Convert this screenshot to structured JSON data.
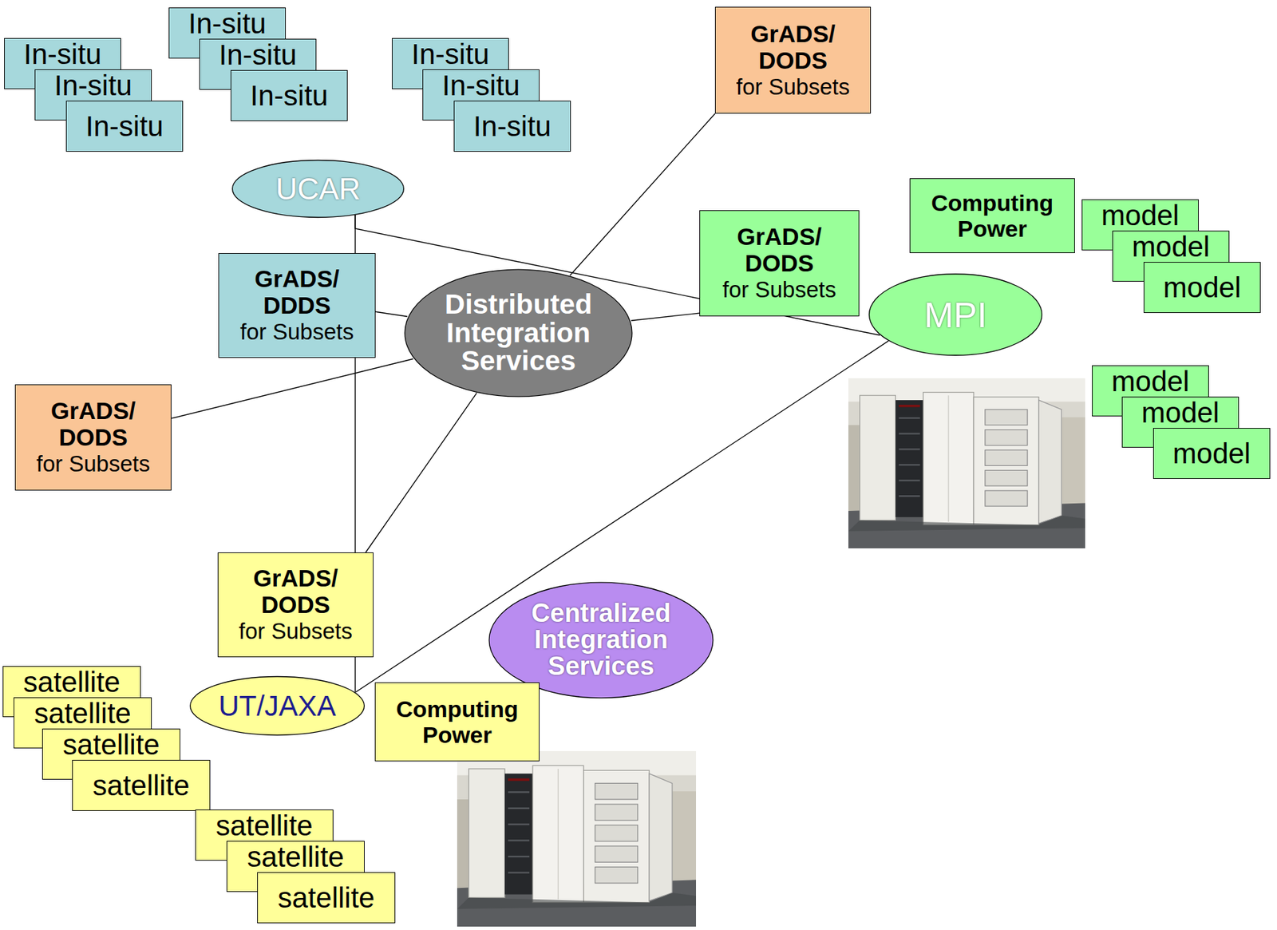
{
  "diagram": {
    "nodes": [
      {
        "text": [
          "In-situ"
        ]
      },
      {
        "text": [
          "In-situ"
        ]
      },
      {
        "text": [
          "In-situ"
        ]
      },
      {
        "text": [
          "In-situ"
        ]
      },
      {
        "text": [
          "In-situ"
        ]
      },
      {
        "text": [
          "In-situ"
        ]
      },
      {
        "text": [
          "In-situ"
        ]
      },
      {
        "text": [
          "In-situ"
        ]
      },
      {
        "text": [
          "In-situ"
        ]
      },
      {
        "text": [
          "GrADS/ DODS",
          "for Subsets"
        ]
      },
      {
        "text": [
          "UCAR"
        ]
      },
      {
        "text": [
          "Computing Power"
        ]
      },
      {
        "text": [
          "model"
        ]
      },
      {
        "text": [
          "model"
        ]
      },
      {
        "text": [
          "model"
        ]
      },
      {
        "text": [
          "GrADS/ DDDS",
          "for Subsets"
        ]
      },
      {
        "text": [
          "Distributed Integration Services"
        ]
      },
      {
        "text": [
          "GrADS/ DODS",
          "for Subsets"
        ]
      },
      {
        "text": [
          "MPI"
        ]
      },
      {
        "text": [
          "GrADS/ DODS",
          "for Subsets"
        ]
      },
      {
        "text": [
          "model"
        ]
      },
      {
        "text": [
          "model"
        ]
      },
      {
        "text": [
          "model"
        ]
      },
      {
        "text": [
          "GrADS/ DODS",
          "for Subsets"
        ]
      },
      {
        "text": [
          "Centralized Integration Services"
        ]
      },
      {
        "text": [
          "UT/JAXA"
        ]
      },
      {
        "text": [
          "Computing Power"
        ]
      },
      {
        "text": [
          "satellite"
        ]
      },
      {
        "text": [
          "satellite"
        ]
      },
      {
        "text": [
          "satellite"
        ]
      },
      {
        "text": [
          "satellite"
        ]
      },
      {
        "text": [
          "satellite"
        ]
      },
      {
        "text": [
          "satellite"
        ]
      },
      {
        "text": [
          "satellite"
        ]
      }
    ],
    "edges": [
      {
        "from": 10,
        "to": 25,
        "arrow": "none"
      },
      {
        "from": 10,
        "to": 18,
        "arrow": "none"
      },
      {
        "from": 25,
        "to": 18,
        "arrow": "none"
      },
      {
        "from": 16,
        "to": 9,
        "arrow": "none"
      },
      {
        "from": 16,
        "to": 15,
        "arrow": "none"
      },
      {
        "from": 16,
        "to": 17,
        "arrow": "none"
      },
      {
        "from": 16,
        "to": 19,
        "arrow": "none"
      },
      {
        "from": 16,
        "to": 23,
        "arrow": "none"
      }
    ]
  }
}
